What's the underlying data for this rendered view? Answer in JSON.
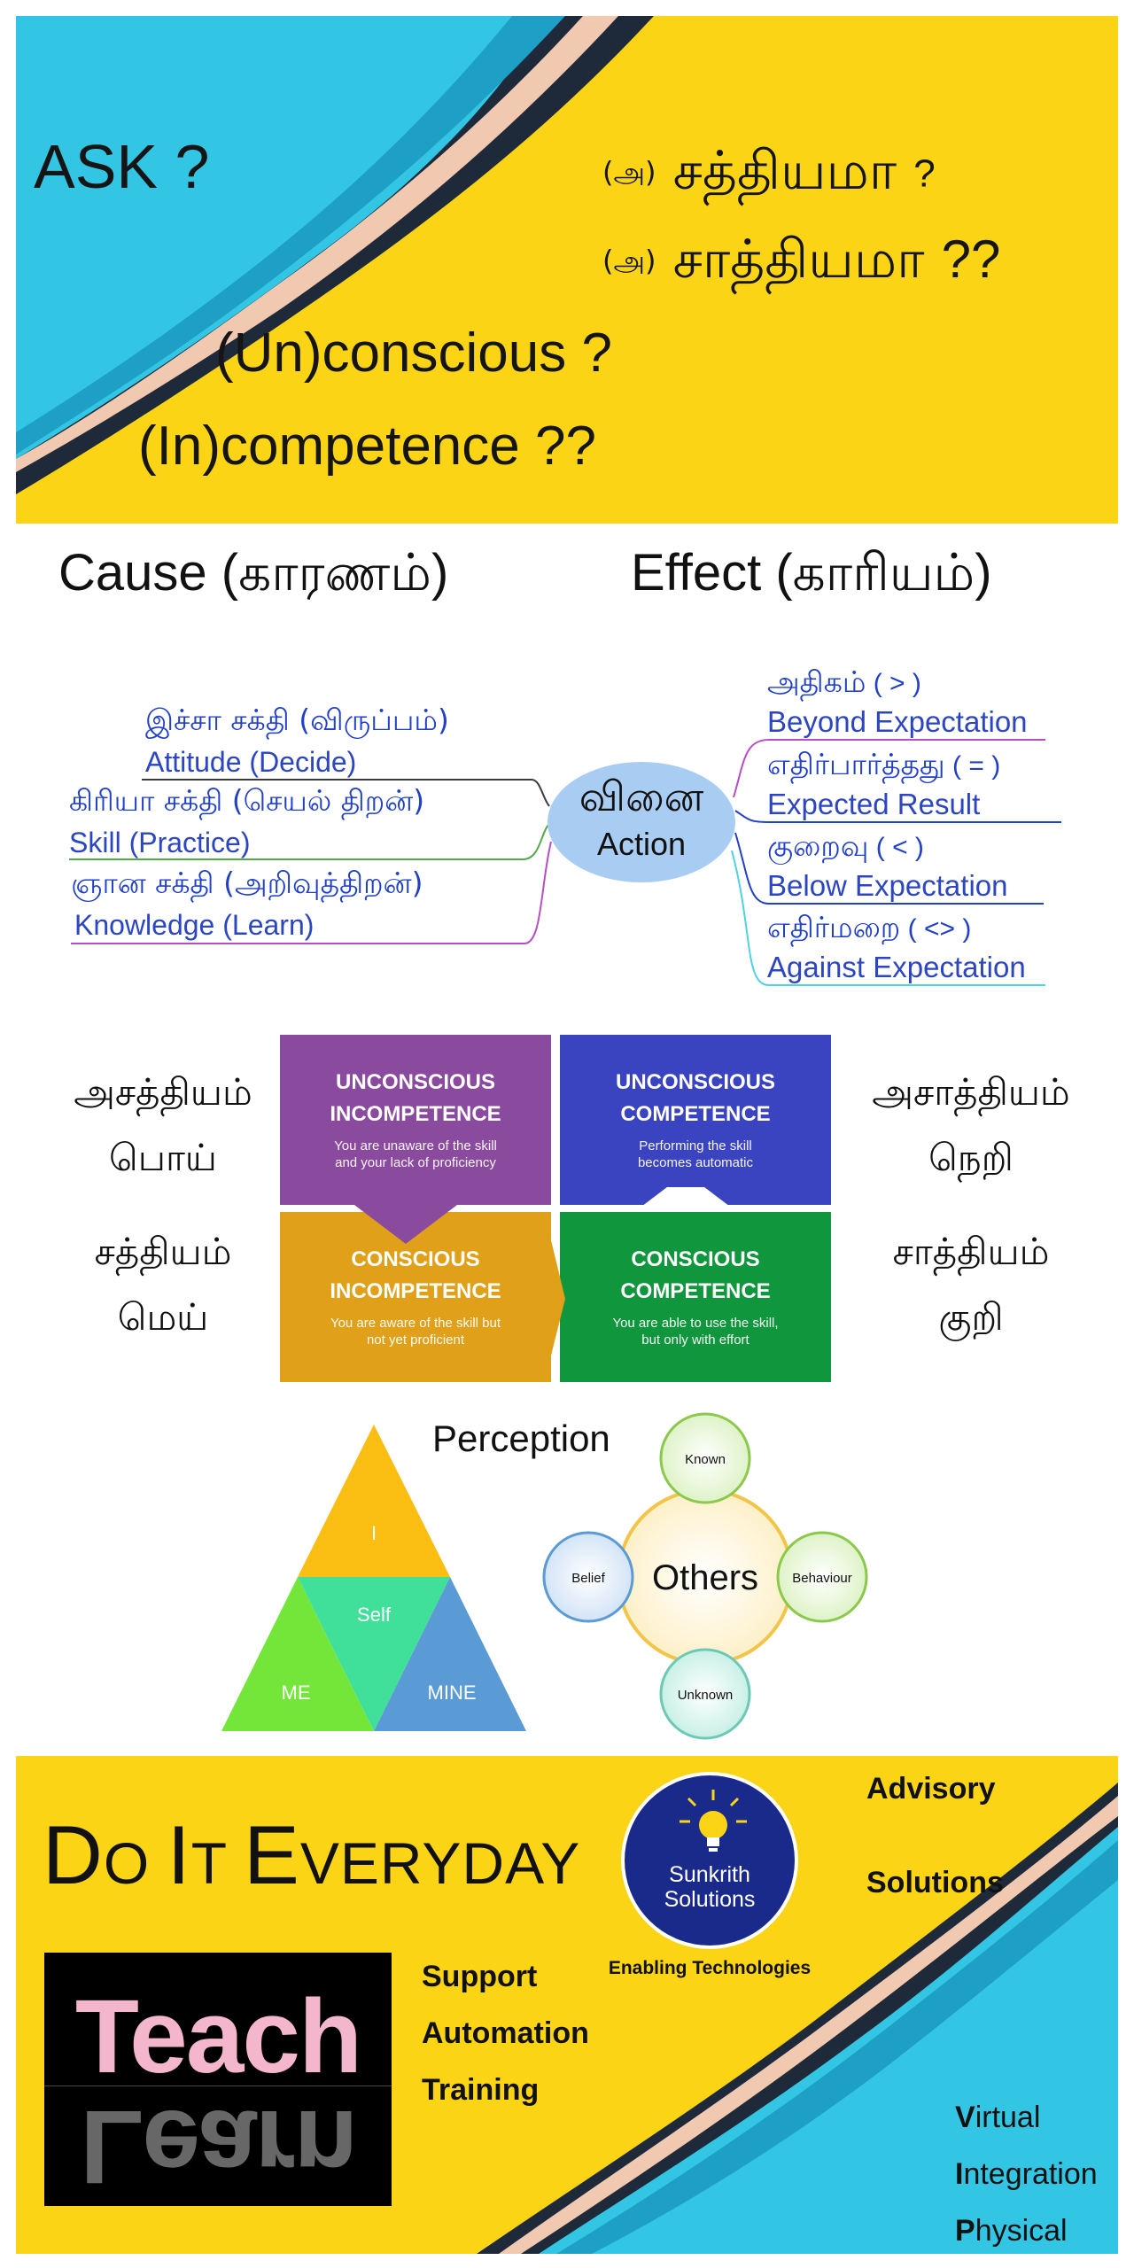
{
  "top_banner": {
    "ask": "ASK ?",
    "line1_prefix": "(அ)",
    "line1_word": "சத்தியமா",
    "line1_suffix": "?",
    "line2_prefix": "(அ)",
    "line2_word": "சாத்தியமா",
    "line2_suffix": "??",
    "unconscious": "(Un)conscious ?",
    "incompetence": "(In)competence ??"
  },
  "cause_effect": {
    "cause_en": "Cause (",
    "cause_ta": "காரணம்",
    "cause_close": ")",
    "effect_en": "Effect (",
    "effect_ta": "காரியம்",
    "effect_close": ")"
  },
  "mind_map": {
    "center_ta": "வினை",
    "center_en": "Action",
    "left": [
      {
        "ta": "இச்சா சக்தி (விருப்பம்)",
        "en": "Attitude (Decide)",
        "color": "#3b3b3b"
      },
      {
        "ta": "கிரியா சக்தி (செயல் திறன்)",
        "en": "Skill (Practice)",
        "color": "#53a84a"
      },
      {
        "ta": "ஞான சக்தி (அறிவுத்திறன்)",
        "en": "Knowledge (Learn)",
        "color": "#b64fc0"
      }
    ],
    "right": [
      {
        "ta": "அதிகம்",
        "sym": " ( > )",
        "en": "Beyond Expectation",
        "color": "#b64fc0"
      },
      {
        "ta": "எதிர்பார்த்தது",
        "sym": " ( = )",
        "en": "Expected Result",
        "color": "#2140c8"
      },
      {
        "ta": "குறைவு",
        "sym": " ( < )",
        "en": "Below Expectation",
        "color": "#2140c8"
      },
      {
        "ta": "எதிர்மறை",
        "sym": " ( <> )",
        "en": "Against Expectation",
        "color": "#4fd3e2"
      }
    ]
  },
  "competence": {
    "q1": {
      "title1": "UNCONSCIOUS",
      "title2": "INCOMPETENCE",
      "desc1": "You are unaware of the skill",
      "desc2": "and your lack of proficiency",
      "color": "#8a4a9e"
    },
    "q2": {
      "title1": "UNCONSCIOUS",
      "title2": "COMPETENCE",
      "desc1": "Performing the skill",
      "desc2": "becomes automatic",
      "color": "#3a44c0"
    },
    "q3": {
      "title1": "CONSCIOUS",
      "title2": "INCOMPETENCE",
      "desc1": "You are aware of the skill but",
      "desc2": "not yet proficient",
      "color": "#e0a01a"
    },
    "q4": {
      "title1": "CONSCIOUS",
      "title2": "COMPETENCE",
      "desc1": "You are able to use the skill,",
      "desc2": "but only with effort",
      "color": "#10963c"
    },
    "left_top": [
      "அசத்தியம்",
      "பொய்"
    ],
    "left_bottom": [
      "சத்தியம்",
      "மெய்"
    ],
    "right_top": [
      "அசாத்தியம்",
      "நெறி"
    ],
    "right_bottom": [
      "சாத்தியம்",
      "குறி"
    ]
  },
  "perception": {
    "title": "Perception",
    "triangle": {
      "top": "I",
      "middle": "Self",
      "left": "ME",
      "right": "MINE"
    },
    "circles": {
      "center": "Others",
      "top": "Known",
      "left": "Belief",
      "right": "Behaviour",
      "bottom": "Unknown"
    }
  },
  "bottom_banner": {
    "doit": [
      {
        "big": "D",
        "rest": "O "
      },
      {
        "big": "I",
        "rest": "T "
      },
      {
        "big": "E",
        "rest": "VERYDAY"
      }
    ],
    "teach": "Teach",
    "learn_reflection": "Learn",
    "logo_line1": "Sunkrith",
    "logo_line2": "Solutions",
    "logo_tagline": "Enabling Technologies",
    "advisory": "Advisory",
    "solutions": "Solutions",
    "support": "Support",
    "automation": "Automation",
    "training": "Training",
    "vip": [
      {
        "first": "V",
        "rest": "irtual"
      },
      {
        "first": "I",
        "rest": "ntegration"
      },
      {
        "first": "P",
        "rest": "hysical"
      }
    ]
  }
}
